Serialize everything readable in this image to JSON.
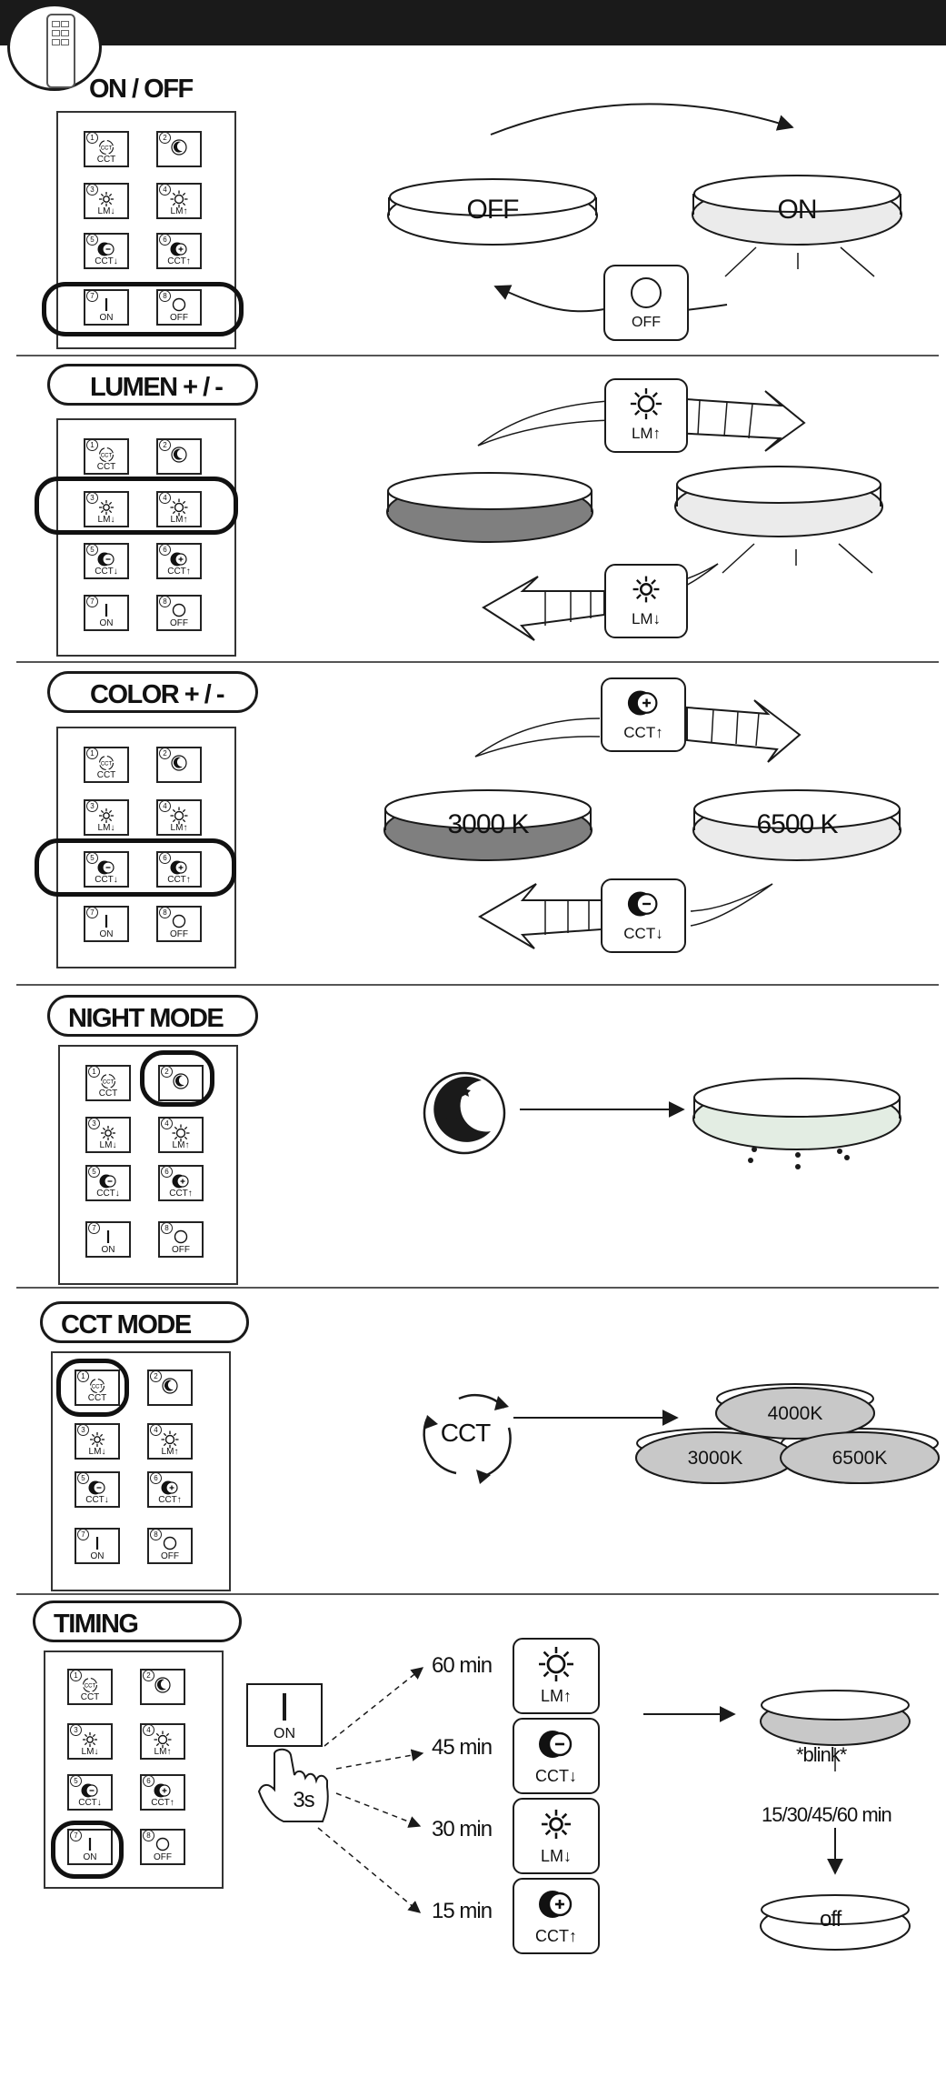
{
  "colors": {
    "ink": "#1a1a1a",
    "dark_gray": "#7f7f7f",
    "light_gray": "#e8e8e8",
    "mint": "#e3ede3",
    "mid_gray": "#c8c8c8"
  },
  "remote_buttons": [
    {
      "num": "1",
      "caption": "CCT",
      "icon": "cct-cycle-icon"
    },
    {
      "num": "2",
      "caption": "",
      "icon": "night-moon-icon"
    },
    {
      "num": "3",
      "caption": "LM↓",
      "icon": "small-sun-icon"
    },
    {
      "num": "4",
      "caption": "LM↑",
      "icon": "large-sun-icon"
    },
    {
      "num": "5",
      "caption": "CCT↓",
      "icon": "half-moon-minus-icon"
    },
    {
      "num": "6",
      "caption": "CCT↑",
      "icon": "half-moon-plus-icon"
    },
    {
      "num": "7",
      "caption": "ON",
      "icon": "on-bar-icon"
    },
    {
      "num": "8",
      "caption": "OFF",
      "icon": "off-circle-icon"
    }
  ],
  "sections": {
    "onoff": {
      "title": "ON / OFF",
      "lamp_off": "OFF",
      "lamp_on": "ON",
      "button_caption": "OFF"
    },
    "lumen": {
      "title": "LUMEN + / -",
      "up_caption": "LM↑",
      "down_caption": "LM↓"
    },
    "color": {
      "title": "COLOR + / -",
      "up_caption": "CCT↑",
      "down_caption": "CCT↓",
      "lamp_warm": "3000 K",
      "lamp_cool": "6500 K"
    },
    "night": {
      "title": "NIGHT MODE"
    },
    "cct": {
      "title": "CCT MODE",
      "icon_text": "CCT",
      "disc_top": "4000K",
      "disc_left": "3000K",
      "disc_right": "6500K"
    },
    "timing": {
      "title": "TIMING",
      "on_caption": "ON",
      "hold_text": "3s",
      "options": [
        {
          "minutes": "60 min",
          "caption": "LM↑",
          "icon": "large-sun-icon"
        },
        {
          "minutes": "45 min",
          "caption": "CCT↓",
          "icon": "half-moon-minus-icon"
        },
        {
          "minutes": "30 min",
          "caption": "LM↓",
          "icon": "small-sun-icon"
        },
        {
          "minutes": "15 min",
          "caption": "CCT↑",
          "icon": "half-moon-plus-icon"
        }
      ],
      "blink_text": "*blink*",
      "interval_text": "15/30/45/60 min",
      "off_text": "off"
    }
  }
}
